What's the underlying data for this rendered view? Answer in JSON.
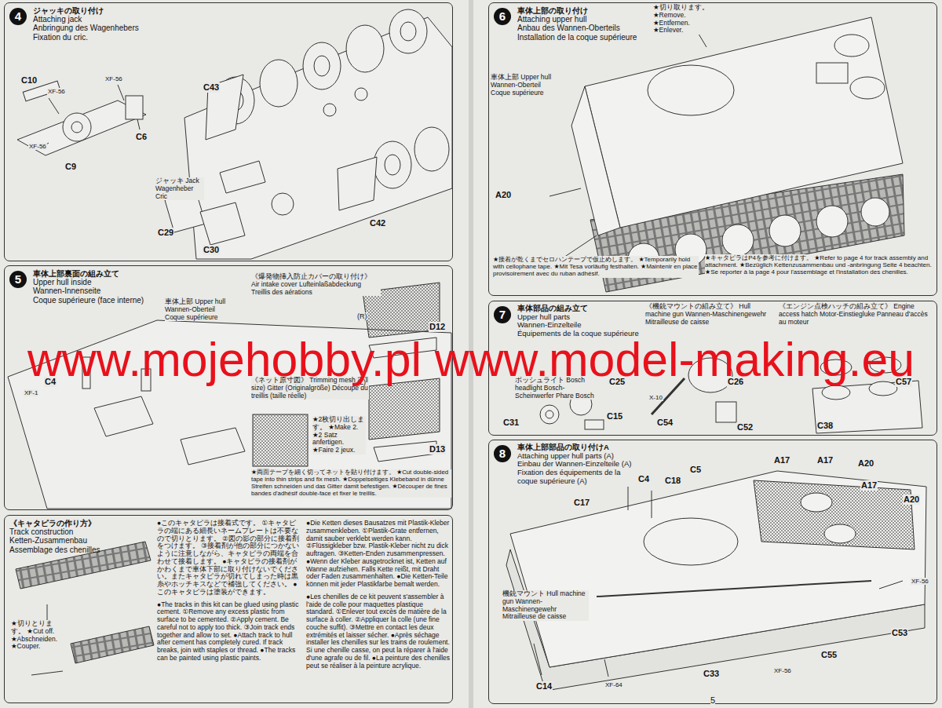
{
  "diagram": {
    "nodes": [
      {
        "text": [
          "4",
          "ジャッキの取り付け",
          "Attaching jack",
          "Anbringung des Wagenhebers",
          "Fixation du cric."
        ]
      },
      {
        "text": [
          "5",
          "車体上部裏面の組み立て",
          "Upper hull inside",
          "Wannen-Innenseite",
          "Coque supérieure (face interne)"
        ]
      },
      {
        "text": [
          "《キャタピラの作り方》",
          "Track construction",
          "Ketten-Zusammenbau",
          "Assemblage des chenilles"
        ]
      },
      {
        "text": [
          "6",
          "車体上部の取り付け",
          "Attaching upper hull",
          "Anbau des Wannen-Oberteils",
          "Installation de la coque supérieure"
        ]
      },
      {
        "text": [
          "7",
          "車体部品の組み立て",
          "Upper hull parts",
          "Wannen-Einzelteile",
          "Équipements de la coque supérieure"
        ]
      },
      {
        "text": [
          "8",
          "車体上部部品の取り付けA",
          "Attaching upper hull parts (A)",
          "Einbau der Wannen-Einzelteile (A)",
          "Fixation des équipements de la coque supérieure (A)"
        ]
      }
    ],
    "labels": [
      "C10",
      "XF-56",
      "XF-56",
      "C6",
      "XF-56",
      "C9",
      "C43",
      "ジャッキ Jack Wagenheber Cric",
      "C29",
      "C30",
      "C42",
      "車体上部 Upper hull Wannen-Oberteil Coque supérieure",
      "《爆発物挿入防止カバーの取り付け》 Air intake cover Lufteinlaßabdeckung Treillis des aérations",
      "(R)",
      "D12",
      "C4",
      "XF-1",
      "《ネット原寸図》 Trimming mesh (full size) Gitter (Originalgröße) Découpe du treillis (taille réelle)",
      "(L)",
      "★2枚切り出します。 ★Make 2. ★2 Satz anfertigen. ★Faire 2 jeux.",
      "D13",
      "★両面テープを細く切ってネットを貼り付けます。 ★Cut double-sided tape into thin strips and fix mesh. ★Doppelseitiges Klebeband in dünne Streifen schneiden und das Gitter damit befestigen. ★Découper de fines bandes d'adhésif double-face et fixer le treillis.",
      "★切りとります。 ★Cut off. ★Abschneiden. ★Couper.",
      "●このキャタピラは接着式です。 ①キャタピラの端にある細長いネームプレートは不要なので切りとります。 ②図の影の部分に接着剤をつけます。 ③接着剤が他の部分につかないように注意しながら、キャタピラの両端を合わせて接着します。 ●キャタピラの接着剤がかわくまで車体下部に取り付けないでください。またキャタピラが切れてしまった時は黒糸やホッチキスなどで補強してください。 ●このキャタピラは塗装ができます。",
      "●The tracks in this kit can be glued using plastic cement. ①Remove any excess plastic from surface to be cemented. ②Apply cement. Be careful not to apply too thick. ③Join track ends together and allow to set. ●Attach track to hull after cement has completely cured. If track breaks, join with staples or thread. ●The tracks can be painted using plastic paints.",
      "●Die Ketten dieses Bausatzes mit Plastik-Kleber zusammenkleben. ①Plastik-Grate entfernen, damit sauber verklebt werden kann. ②Flüssigkleber bzw. Plastik-Kleber nicht zu dick auftragen. ③Ketten-Enden zusammenpressen. ●Wenn der Kleber ausgetrocknet ist, Ketten auf Wanne aufziehen. Falls Kette reißt, mit Draht oder Faden zusammenhalten. ●Die Ketten-Teile können mit jeder Plastikfarbe bemalt werden.",
      "●Les chenilles de ce kit peuvent s'assembler à l'aide de colle pour maquettes plastique standard. ①Enlever tout excès de matière de la surface à coller. ②Appliquer la colle (une fine couche suffit). ③Mettre en contact les deux extrémités et laisser sécher. ●Après séchage installer les chenilles sur les trains de roulement. Si une chenille casse, on peut la réparer à l'aide d'une agrafe ou de fil. ●La peinture des chenilles peut se réaliser à la peinture acrylique.",
      "★切り取ります。 ★Remove. ★Entfernen. ★Enlever.",
      "車体上部 Upper hull Wannen-Oberteil Coque supérieure",
      "A20",
      "★接着が乾くまでセロハンテープで仮止めします。 ★Temporarily hold with cellophane tape. ★Mit Tesa vorläufig festhalten. ★Maintenir en place provisoirement avec du ruban adhésif.",
      "★キャタピラはP4を参考に付けます。 ★Refer to page 4 for track assembly and attachment. ★Bezüglich Kettenzusammenbau und -anbringung Seite 4 beachten. ★Se reporter à la page 4 pour l'assemblage et l'installation des chenilles.",
      "www.mojehobby.pl www.model-making.eu",
      "ボッシュライト Bosch headlight Bosch-Scheinwerfer Phare Bosch",
      "C25",
      "C31",
      "C15",
      "《機銃マウントの組み立て》 Hull machine gun Wannen-Maschinengewehr Mitrailleuse de caisse",
      "X-10",
      "C54",
      "C26",
      "C52",
      "《エンジン点検ハッチの組み立て》 Engine access hatch Motor-Einstiegluke Panneau d'accès au moteur",
      "C57",
      "C38",
      "A17",
      "A17",
      "A20",
      "C4",
      "C18",
      "C5",
      "C17",
      "A17",
      "A20",
      "XF-56",
      "機銃マウント Hull machine gun Wannen-Maschinengewehr Mitrailleuse de caisse",
      "C14",
      "XF-64",
      "C33",
      "XF-56",
      "C55",
      "C53",
      "5"
    ]
  }
}
